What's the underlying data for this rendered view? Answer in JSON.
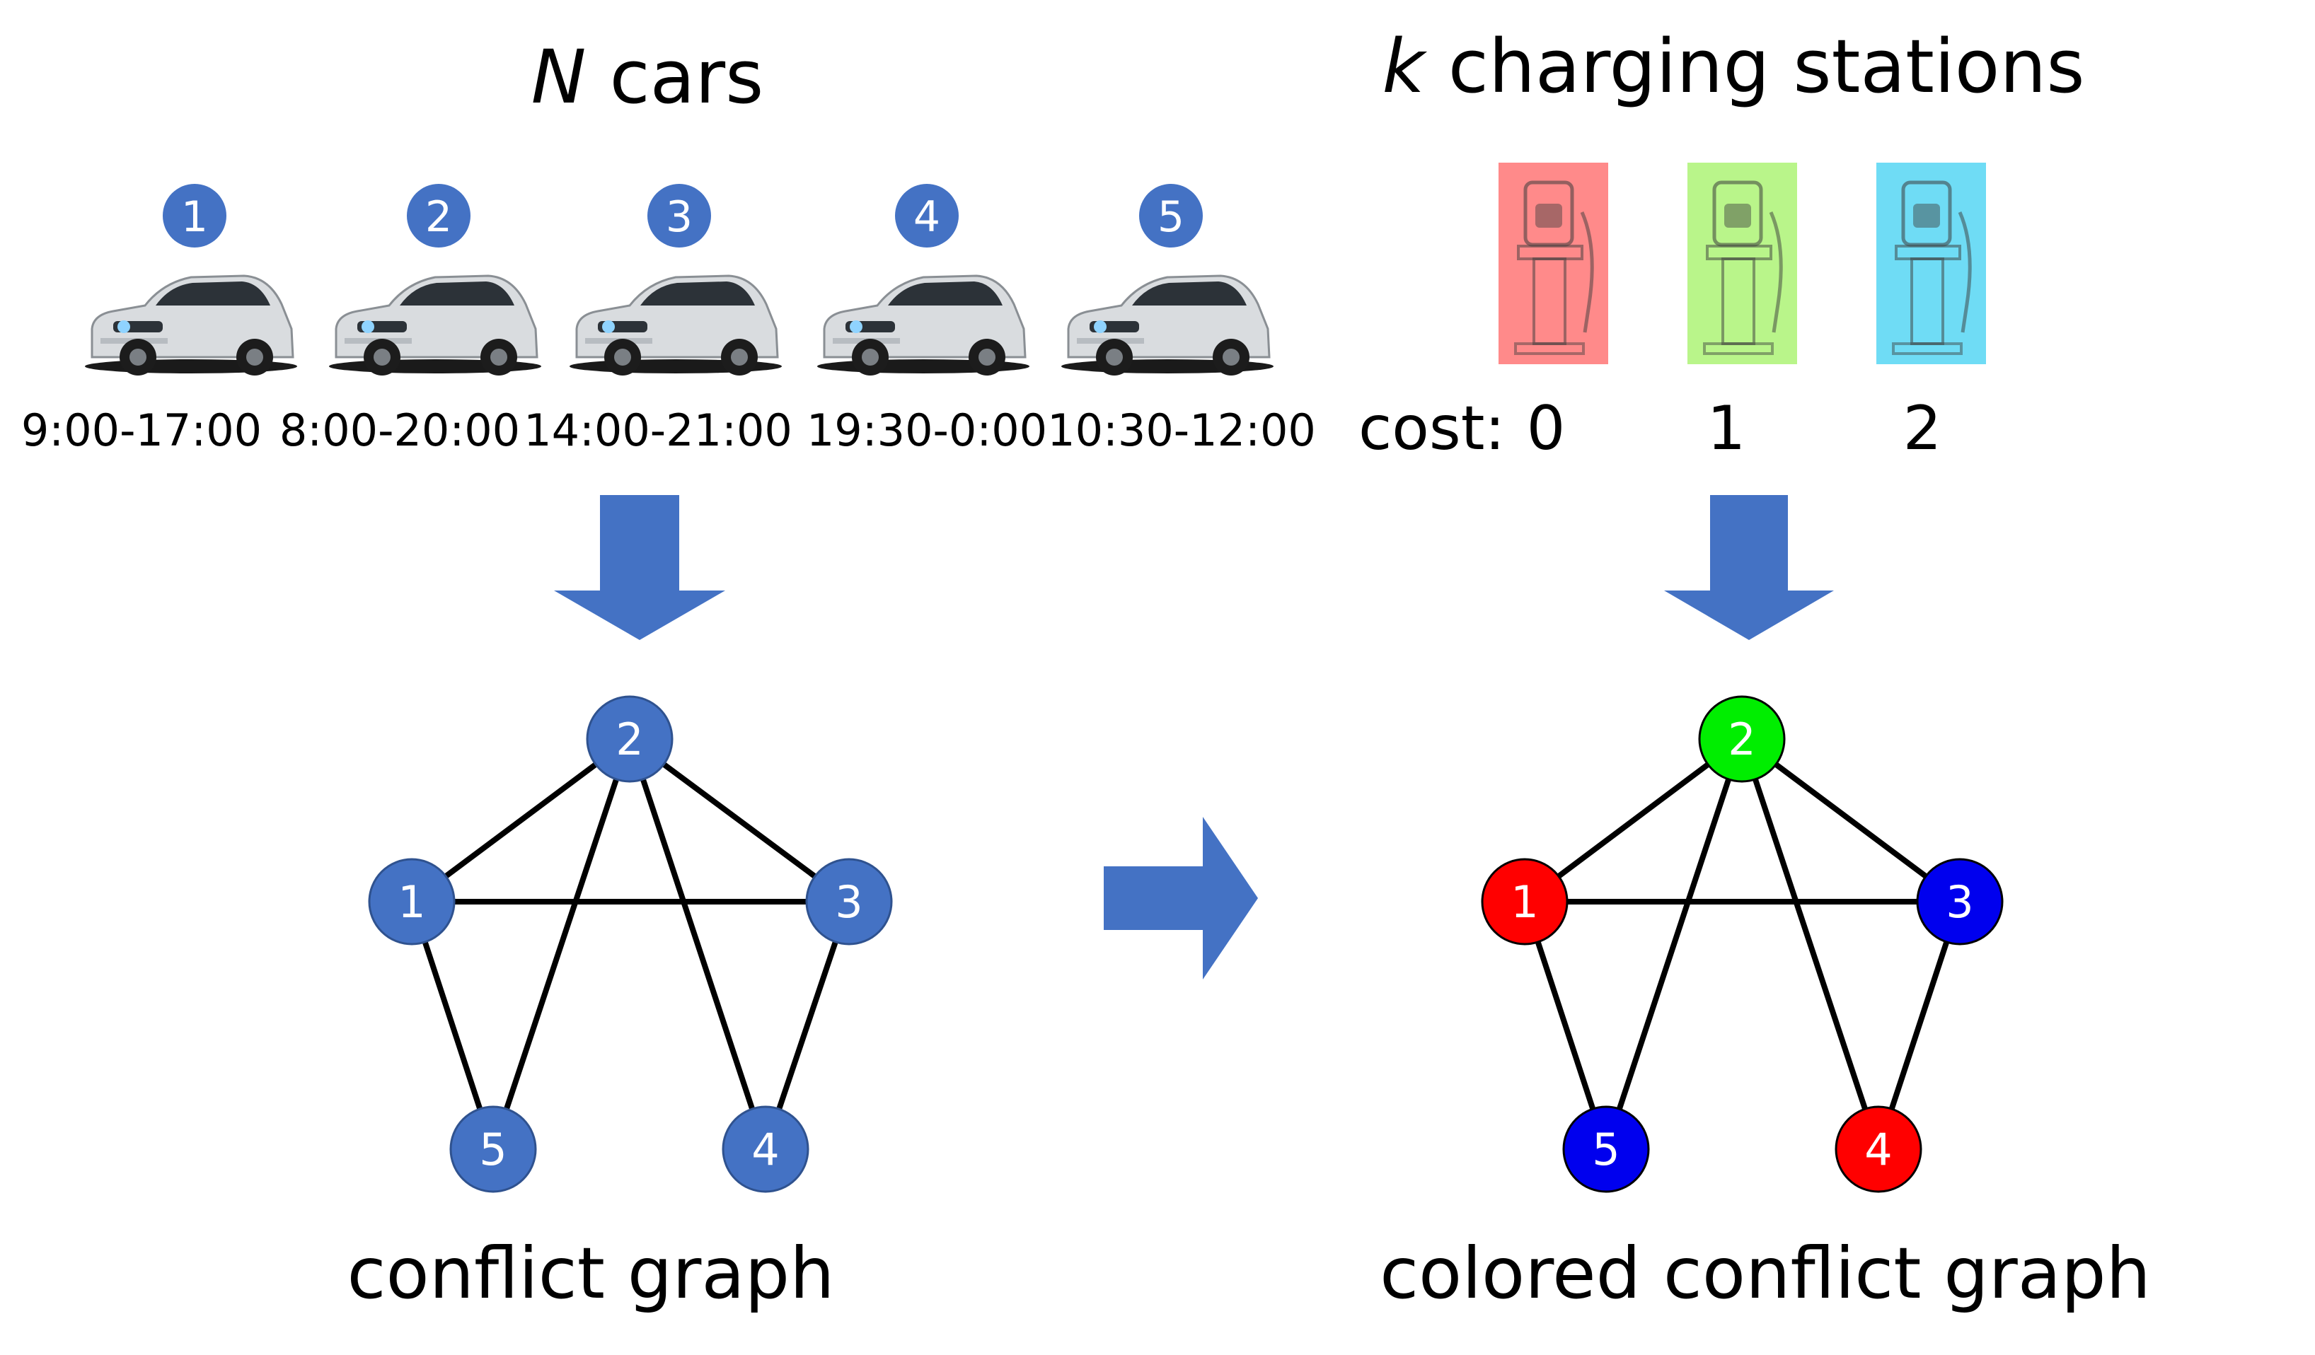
{
  "cars": {
    "title_var": "N",
    "title_rest": " cars",
    "items": [
      {
        "id": "1",
        "time": "9:00-17:00"
      },
      {
        "id": "2",
        "time": "8:00-20:00"
      },
      {
        "id": "3",
        "time": "14:00-21:00"
      },
      {
        "id": "4",
        "time": "19:30-0:00"
      },
      {
        "id": "5",
        "time": "10:30-12:00"
      }
    ]
  },
  "stations": {
    "title_var": "k",
    "title_rest": " charging stations",
    "cost_label": "cost:",
    "items": [
      {
        "cost": "0",
        "color": "#ff8a8a"
      },
      {
        "cost": "1",
        "color": "#b9f58a"
      },
      {
        "cost": "2",
        "color": "#6fdcf5"
      }
    ]
  },
  "graph": {
    "nodes": [
      "1",
      "2",
      "3",
      "4",
      "5"
    ],
    "edges": [
      [
        "2",
        "1"
      ],
      [
        "2",
        "3"
      ],
      [
        "1",
        "3"
      ],
      [
        "2",
        "5"
      ],
      [
        "2",
        "4"
      ],
      [
        "1",
        "5"
      ],
      [
        "3",
        "4"
      ]
    ],
    "default_color": "#4472c4",
    "caption": "conflict graph"
  },
  "colored_graph": {
    "caption": "colored conflict graph",
    "node_colors": {
      "1": "#ff0000",
      "2": "#00ee00",
      "3": "#0000ee",
      "4": "#ff0000",
      "5": "#0000ee"
    }
  },
  "colors": {
    "arrow": "#4472c4",
    "badge": "#4472c4",
    "edge": "#000000"
  }
}
